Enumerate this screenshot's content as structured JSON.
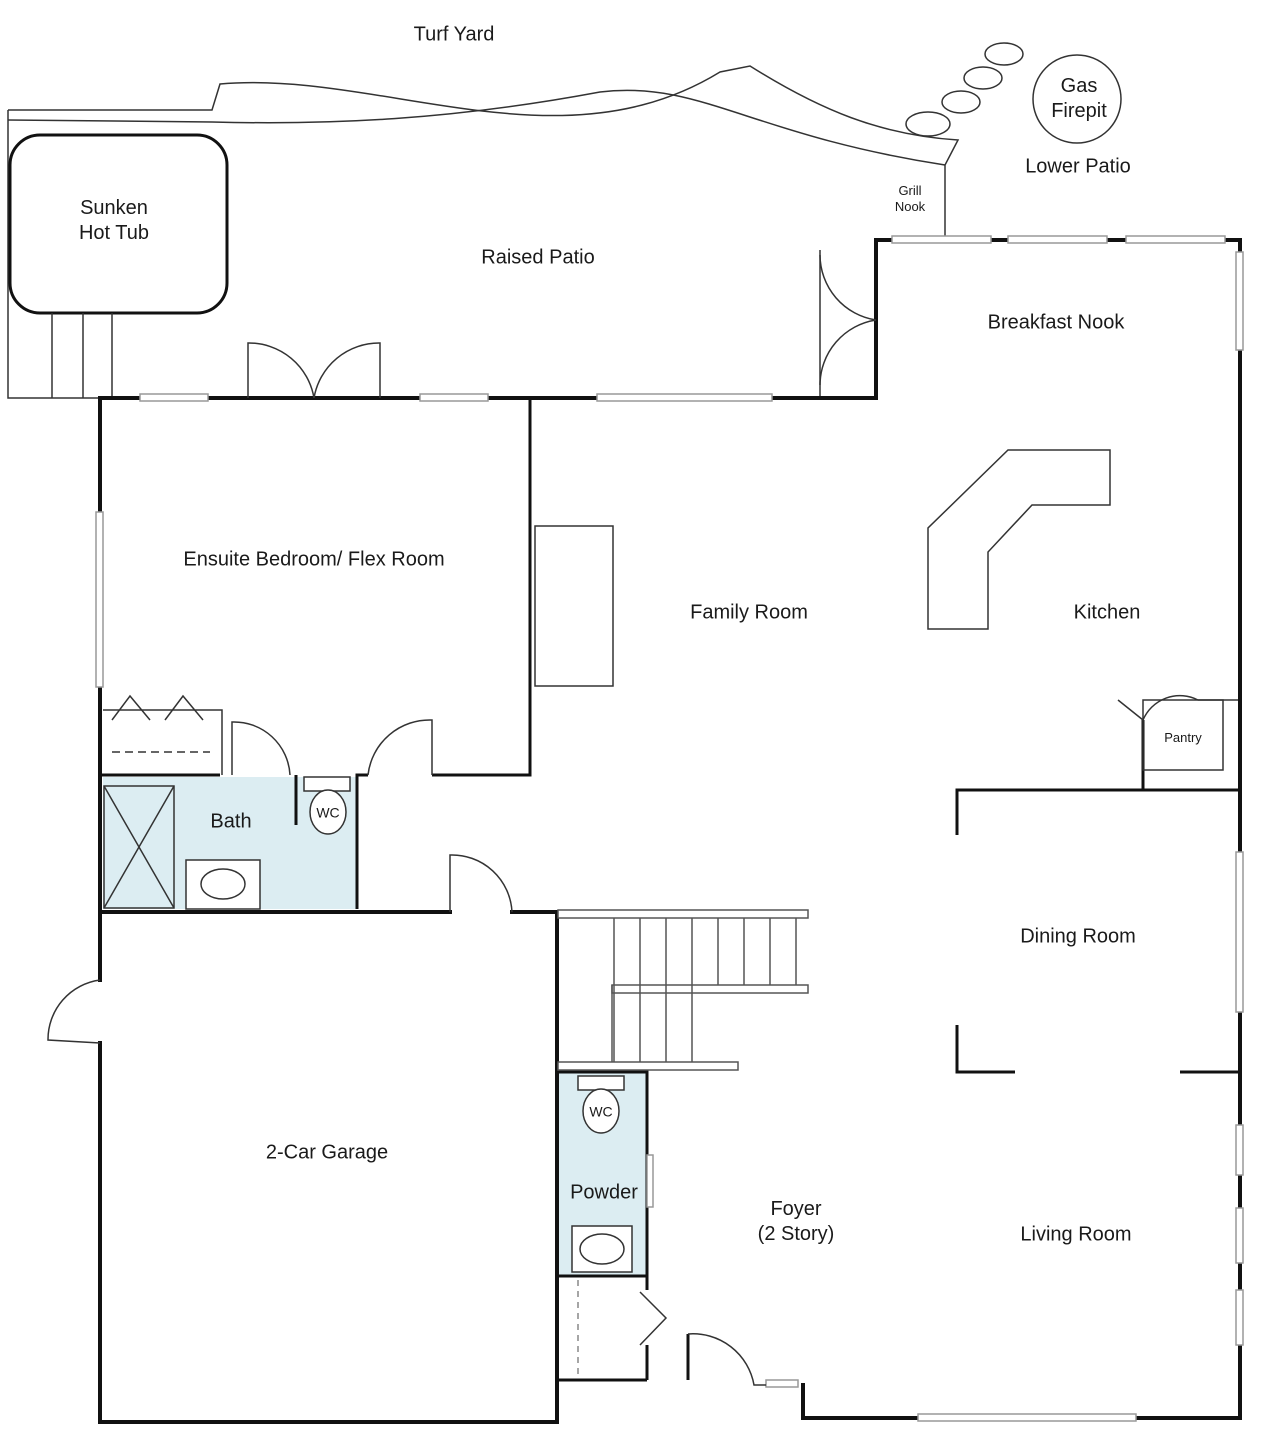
{
  "colors": {
    "wall": "#111111",
    "wet_area": "#dcedf2",
    "line": "#333333",
    "window": "#999999"
  },
  "labels": {
    "turf_yard": "Turf Yard",
    "gas_firepit": "Gas\nFirepit",
    "lower_patio": "Lower Patio",
    "hot_tub": "Sunken\nHot Tub",
    "raised_patio": "Raised Patio",
    "grill_nook": "Grill\nNook",
    "breakfast_nook": "Breakfast Nook",
    "ensuite": "Ensuite Bedroom/ Flex Room",
    "family_room": "Family Room",
    "kitchen": "Kitchen",
    "pantry": "Pantry",
    "bath": "Bath",
    "wc": "WC",
    "dining_room": "Dining Room",
    "garage": "2-Car Garage",
    "powder": "Powder",
    "foyer": "Foyer\n(2 Story)",
    "living_room": "Living Room"
  }
}
